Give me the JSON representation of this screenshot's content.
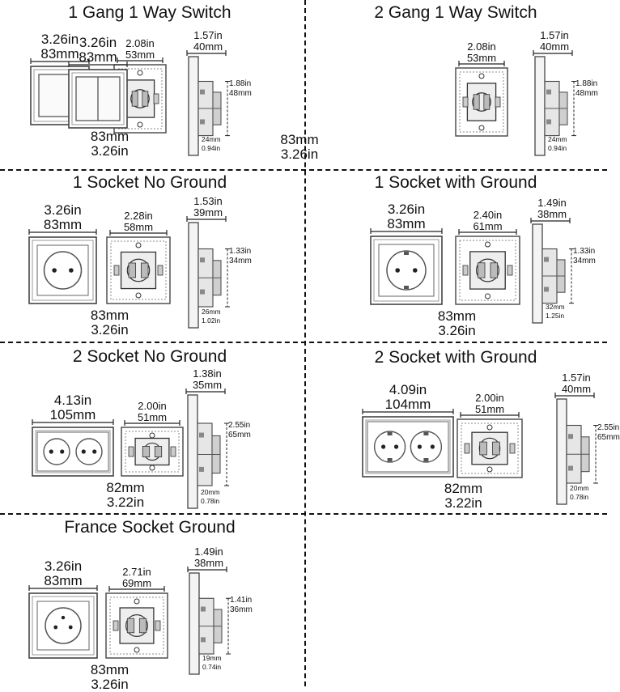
{
  "panels": [
    {
      "title": "1 Gang 1 Way Switch",
      "front_type": "switch-1",
      "frame_width": {
        "in": "3.26in",
        "mm": "83mm"
      },
      "mechanism_width": {
        "in": "2.08in",
        "mm": "53mm"
      },
      "side_depth": {
        "in": "1.57in",
        "mm": "40mm"
      },
      "mechanism_height": {
        "in": "1.88in",
        "mm": "48mm"
      },
      "side_bottom": {
        "mm": "24mm",
        "in": "0.94in"
      },
      "frame_height": {
        "mm": "83mm",
        "in": "3.26in"
      }
    },
    {
      "title": "2 Gang 1 Way Switch",
      "front_type": "switch-2",
      "frame_width": {
        "in": "3.26in",
        "mm": "83mm"
      },
      "mechanism_width": {
        "in": "2.08in",
        "mm": "53mm"
      },
      "side_depth": {
        "in": "1.57in",
        "mm": "40mm"
      },
      "mechanism_height": {
        "in": "1.88in",
        "mm": "48mm"
      },
      "side_bottom": {
        "mm": "24mm",
        "in": "0.94in"
      },
      "frame_height": {
        "mm": "83mm",
        "in": "3.26in"
      }
    },
    {
      "title": "1 Socket No Ground",
      "front_type": "socket-no-ground",
      "frame_width": {
        "in": "3.26in",
        "mm": "83mm"
      },
      "mechanism_width": {
        "in": "2.28in",
        "mm": "58mm"
      },
      "side_depth": {
        "in": "1.53in",
        "mm": "39mm"
      },
      "mechanism_height": {
        "in": "1.33in",
        "mm": "34mm"
      },
      "side_bottom": {
        "mm": "26mm",
        "in": "1.02in"
      },
      "frame_height": {
        "mm": "83mm",
        "in": "3.26in"
      }
    },
    {
      "title": "1 Socket with Ground",
      "front_type": "socket-ground",
      "frame_width": {
        "in": "3.26in",
        "mm": "83mm"
      },
      "mechanism_width": {
        "in": "2.40in",
        "mm": "61mm"
      },
      "side_depth": {
        "in": "1.49in",
        "mm": "38mm"
      },
      "mechanism_height": {
        "in": "1.33in",
        "mm": "34mm"
      },
      "side_bottom": {
        "mm": "32mm",
        "in": "1.25in"
      },
      "frame_height": {
        "mm": "83mm",
        "in": "3.26in"
      }
    },
    {
      "title": "2 Socket No Ground",
      "front_type": "double-socket-no-ground",
      "frame_width": {
        "in": "4.13in",
        "mm": "105mm"
      },
      "mechanism_width": {
        "in": "2.00in",
        "mm": "51mm"
      },
      "side_depth": {
        "in": "1.38in",
        "mm": "35mm"
      },
      "mechanism_height": {
        "in": "2.55in",
        "mm": "65mm"
      },
      "side_bottom": {
        "mm": "20mm",
        "in": "0.78in"
      },
      "frame_height": {
        "mm": "82mm",
        "in": "3.22in"
      }
    },
    {
      "title": "2 Socket with Ground",
      "front_type": "double-socket-ground",
      "frame_width": {
        "in": "4.09in",
        "mm": "104mm"
      },
      "mechanism_width": {
        "in": "2.00in",
        "mm": "51mm"
      },
      "side_depth": {
        "in": "1.57in",
        "mm": "40mm"
      },
      "mechanism_height": {
        "in": "2.55in",
        "mm": "65mm"
      },
      "side_bottom": {
        "mm": "20mm",
        "in": "0.78in"
      },
      "frame_height": {
        "mm": "82mm",
        "in": "3.22in"
      }
    },
    {
      "title": "France Socket  Ground",
      "front_type": "france-socket",
      "frame_width": {
        "in": "3.26in",
        "mm": "83mm"
      },
      "mechanism_width": {
        "in": "2.71in",
        "mm": "69mm"
      },
      "side_depth": {
        "in": "1.49in",
        "mm": "38mm"
      },
      "mechanism_height": {
        "in": "1.41in",
        "mm": "36mm"
      },
      "side_bottom": {
        "mm": "19mm",
        "in": "0.74in"
      },
      "frame_height": {
        "mm": "83mm",
        "in": "3.26in"
      }
    }
  ]
}
